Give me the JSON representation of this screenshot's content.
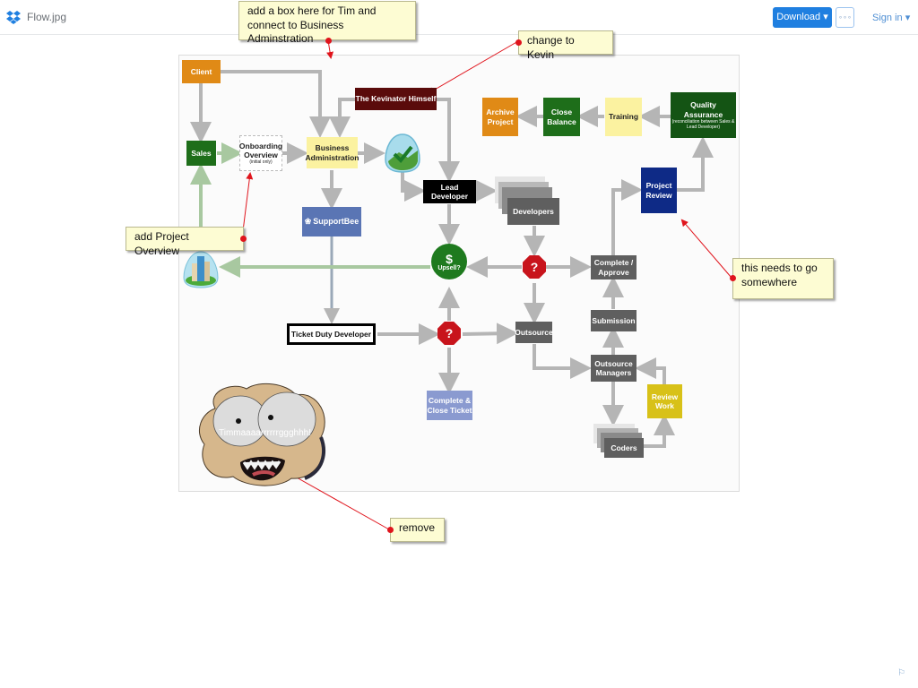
{
  "topbar": {
    "filename": "Flow.jpg",
    "download_label": "Download ▾",
    "more_label": "∘∘∘",
    "signin_label": "Sign in ▾",
    "brand_color": "#1f7fe0"
  },
  "diagram": {
    "nodes": {
      "client": "Client",
      "sales": "Sales",
      "onboarding": "Onboarding Overview",
      "onboarding_sub": "(initial only)",
      "business_admin": "Business Administration",
      "kevinator": "The Kevinator Himself",
      "archive": "Archive Project",
      "close_balance": "Close Balance",
      "training": "Training",
      "qa": "Quality Assurance",
      "qa_sub": "(reconciliation between Sales & Lead Developer)",
      "lead_dev": "Lead Developer",
      "developers": "Developers",
      "supportbee": "SupportBee",
      "upsell_symbol": "$",
      "upsell": "Upsell?",
      "question": "?",
      "project_review": "Project Review",
      "complete_approve": "Complete / Approve",
      "submission": "Submission",
      "ticket_duty": "Ticket Duty Developer",
      "outsource": "Outsource",
      "outsource_managers": "Outsource Managers",
      "complete_close": "Complete & Close Ticket",
      "review_work": "Review Work",
      "coders": "Coders",
      "face_text": "Timmaaaarrrrrrggghhh!"
    }
  },
  "annotations": {
    "tim_box": "add a box here for Tim and connect to Business Adminstration",
    "kevin": "change to Kevin",
    "project_overview": "add Project Overview",
    "somewhere": "this needs to go somewhere",
    "remove": "remove",
    "accent": "#e0141c"
  },
  "footer": {
    "flag_icon": "⚐"
  }
}
